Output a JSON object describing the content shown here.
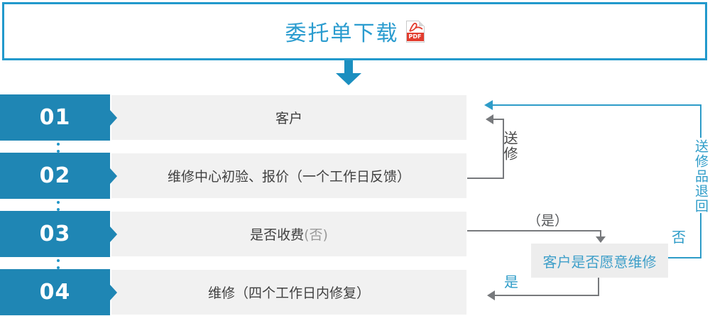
{
  "banner": {
    "title": "委托单下载",
    "pdf_badge": "PDF"
  },
  "steps": [
    {
      "number": "01",
      "label": "客户"
    },
    {
      "number": "02",
      "label": "维修中心初验、报价（一个工作日反馈）"
    },
    {
      "number": "03",
      "label": "是否收费",
      "label_suffix": "(否)"
    },
    {
      "number": "04",
      "label": "维修（四个工作日内修复）"
    }
  ],
  "flow": {
    "send_repair_label": "送修",
    "return_item_label": "送修品退回",
    "charge_yes_label": "（是）",
    "no_label": "否",
    "yes_label": "是",
    "decision_label": "客户是否愿意维修"
  },
  "colors": {
    "accent_blue": "#2299cc",
    "step_box_blue": "#1f86b4",
    "flow_blue": "#2e9cc8",
    "line_gray": "#77797c",
    "bar_gray": "#f1f1f1",
    "pdf_red": "#e23c2e"
  }
}
